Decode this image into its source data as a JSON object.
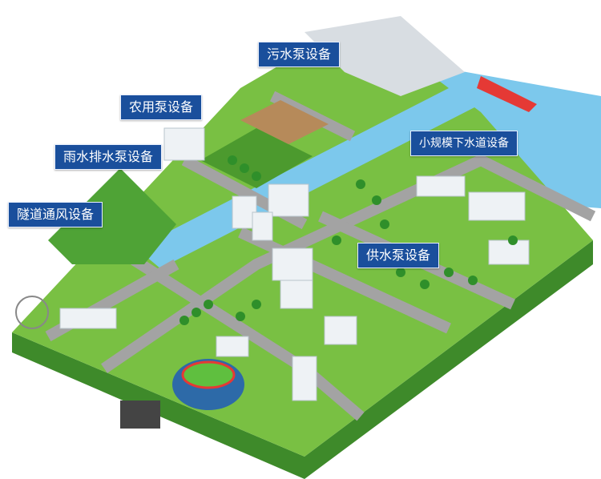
{
  "labels": {
    "sewage_pump": "污水泵设备",
    "agricultural_pump": "农用泵设备",
    "rainwater_pump": "雨水排水泵设备",
    "tunnel_ventilation": "隧道通风设备",
    "small_sewer": "小规模下水道设备",
    "water_supply_pump": "供水泵设备"
  },
  "colors": {
    "label_bg": "#1a4f9c",
    "water": "#7cc8ec",
    "grass": "#79c043",
    "road": "#9a9a9a",
    "ground_side": "#3e8a2a"
  }
}
